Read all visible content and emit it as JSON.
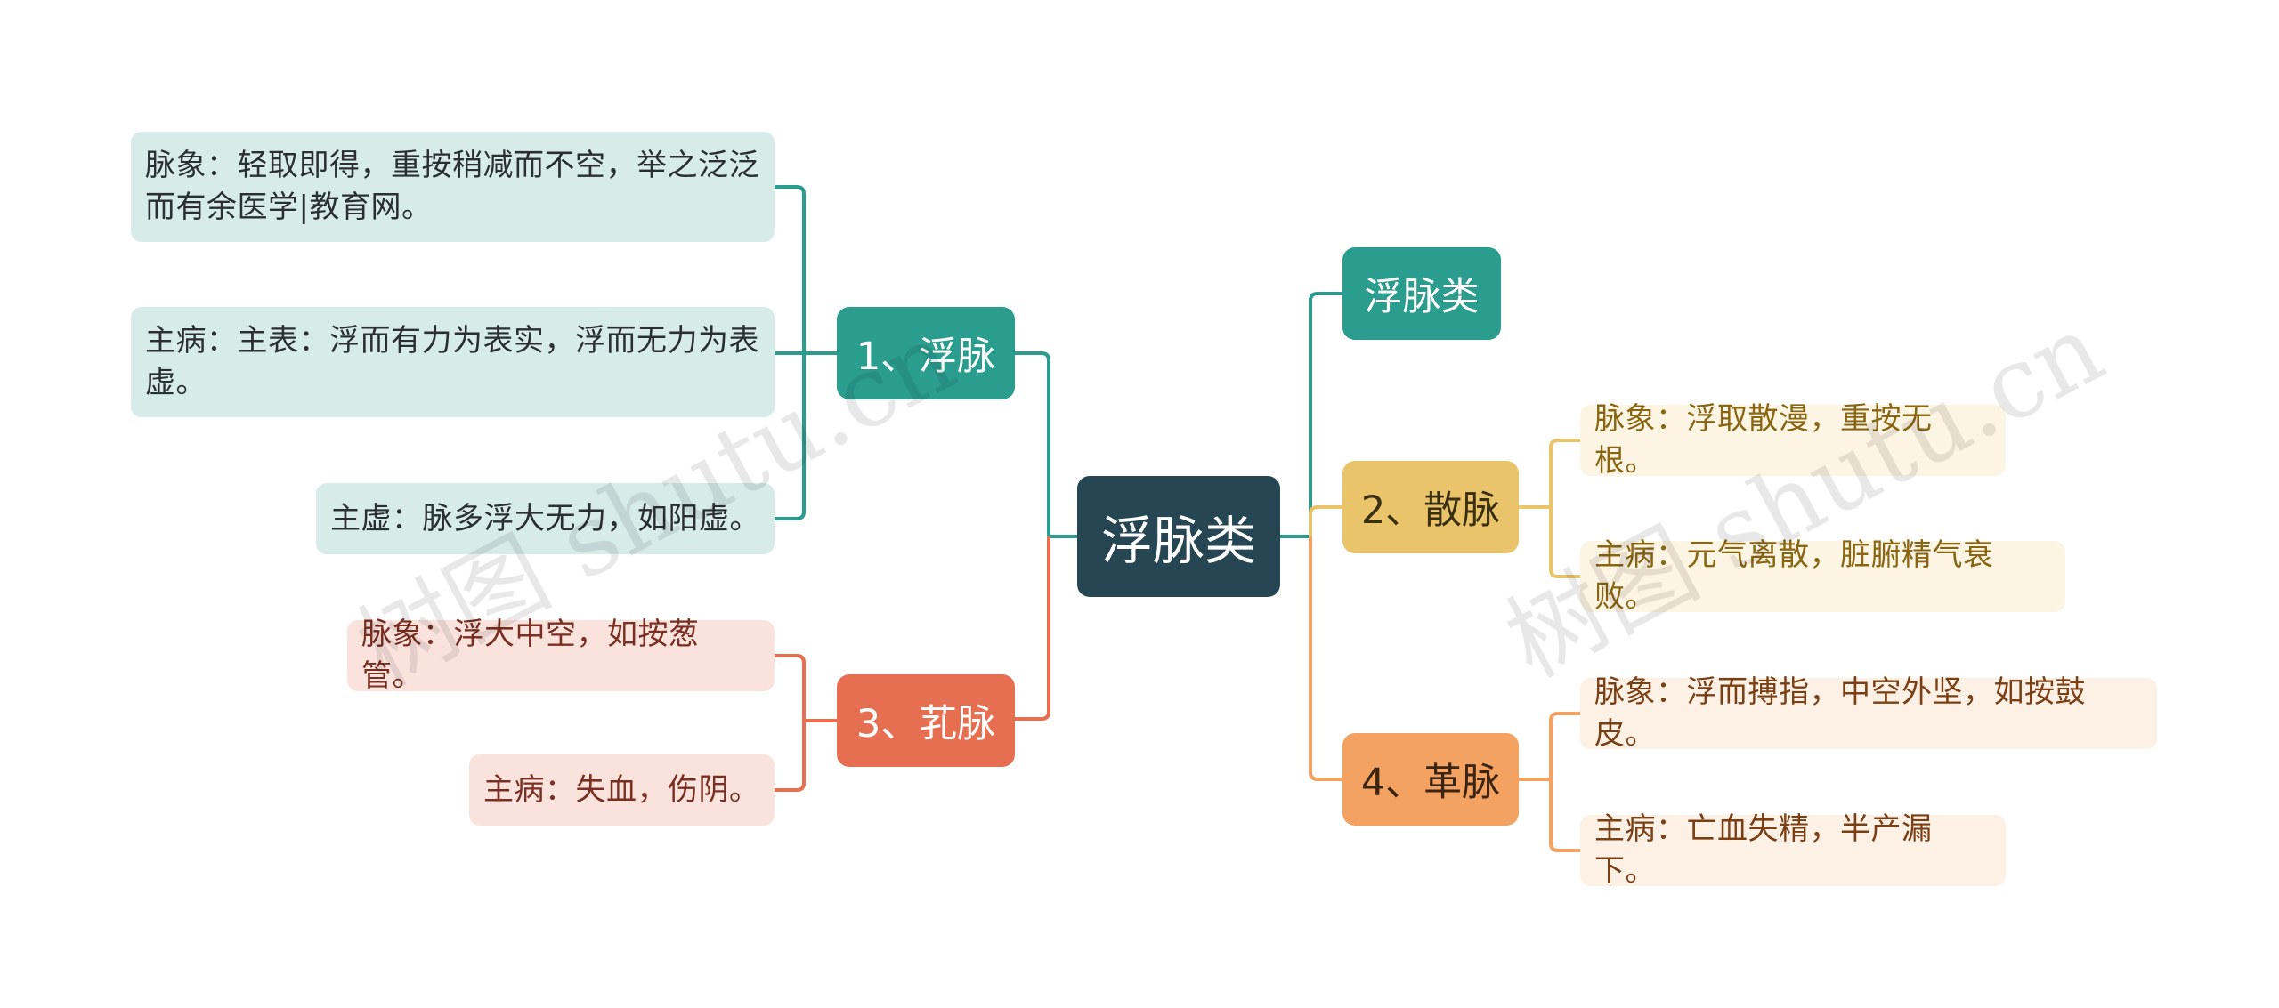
{
  "colors": {
    "root": "#264653",
    "teal": "#2a9d8f",
    "yellow": "#e9c46a",
    "orange": "#f4a261",
    "red": "#e76f51"
  },
  "watermark": "树图 shutu.cn",
  "root": {
    "label": "浮脉类"
  },
  "branches": [
    {
      "id": "b1",
      "label": "1、浮脉",
      "leaves": [
        "脉象：轻取即得，重按稍减而不空，举之泛泛而有余医学|教育网。",
        "主病：主表：浮而有力为表实，浮而无力为表虚。",
        "主虚：脉多浮大无力，如阳虚。"
      ]
    },
    {
      "id": "b3",
      "label": "3、芤脉",
      "leaves": [
        "脉象：浮大中空，如按葱管。",
        "主病：失血，伤阴。"
      ]
    },
    {
      "id": "b0",
      "label": "浮脉类",
      "leaves": []
    },
    {
      "id": "b2",
      "label": "2、散脉",
      "leaves": [
        "脉象：浮取散漫，重按无根。",
        "主病：元气离散，脏腑精气衰败。"
      ]
    },
    {
      "id": "b4",
      "label": "4、革脉",
      "leaves": [
        "脉象：浮而搏指，中空外坚，如按鼓皮。",
        "主病：亡血失精，半产漏下。"
      ]
    }
  ]
}
